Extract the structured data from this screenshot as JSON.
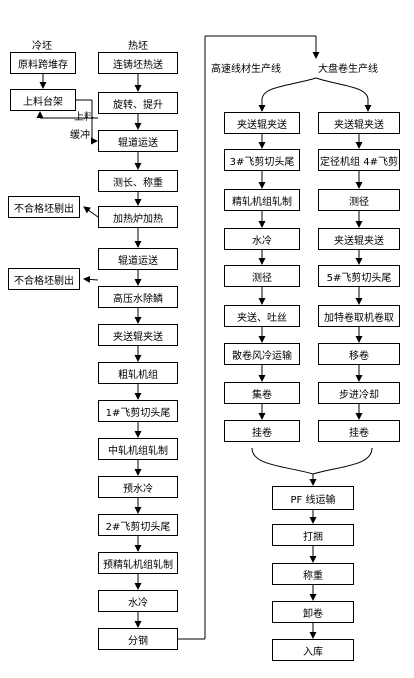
{
  "labels": {
    "cold": "冷坯",
    "hot": "热坯",
    "feed": "上料",
    "buffer": "缓冲",
    "hs_line": "高速线材生产线",
    "big_line": "大盘卷生产线"
  },
  "left_col": [
    "连铸坯热送",
    "旋转、提升",
    "辊道运送",
    "测长、称重",
    "加热炉加热",
    "辊道运送",
    "高压水除鳞",
    "夹送辊夹送",
    "粗轧机组",
    "1#飞剪切头尾",
    "中轧机组轧制",
    "预水冷",
    "2#飞剪切头尾",
    "预精轧机组轧制",
    "水冷",
    "分钢"
  ],
  "cold_col": [
    "原料跨堆存",
    "上料台架"
  ],
  "rejects": [
    "不合格坯剔出",
    "不合格坯剔出"
  ],
  "hs_col": [
    "夹送辊夹送",
    "3#飞剪切头尾",
    "精轧机组轧制",
    "水冷",
    "测径",
    "夹送、吐丝",
    "散卷风冷运输",
    "集卷",
    "挂卷"
  ],
  "big_col": [
    "夹送辊夹送",
    "定径机组 4#飞剪",
    "测径",
    "夹送辊夹送",
    "5#飞剪切头尾",
    "加特卷取机卷取",
    "移卷",
    "步进冷却",
    "挂卷"
  ],
  "final_col": [
    "PF 线运输",
    "打捆",
    "称重",
    "卸卷",
    "入库"
  ]
}
